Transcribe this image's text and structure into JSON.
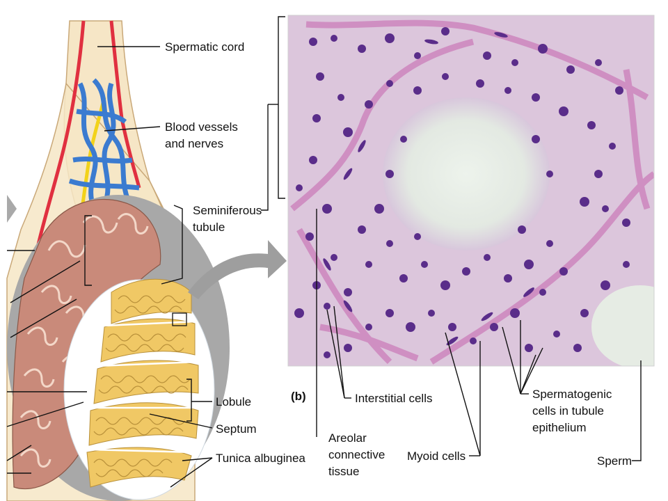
{
  "figure": {
    "panel_letter": "(b)",
    "labels": {
      "spermatic_cord": "Spermatic cord",
      "blood_vessels_line1": "Blood vessels",
      "blood_vessels_line2": "and nerves",
      "seminiferous_line1": "Seminiferous",
      "seminiferous_line2": "tubule",
      "lobule": "Lobule",
      "septum": "Septum",
      "tunica": "Tunica albuginea",
      "interstitial": "Interstitial cells",
      "areolar_line1": "Areolar",
      "areolar_line2": "connective",
      "areolar_line3": "tissue",
      "myoid": "Myoid cells",
      "spermatogenic_line1": "Spermatogenic",
      "spermatogenic_line2": "cells in tubule",
      "spermatogenic_line3": "epithelium",
      "sperm": "Sperm"
    },
    "colors": {
      "cord": "#f6e6c6",
      "artery": "#e03040",
      "vein": "#3b7bd0",
      "nerve": "#f2d21a",
      "epididymis": "#c98a7a",
      "tubule": "#f0c865",
      "tunica": "#a8a8a8",
      "tissue_bg": "#dcc6dc",
      "tissue_pink": "#cf8fc2",
      "nucleus": "#5a2d8a",
      "lumen": "#e7eee6"
    }
  }
}
